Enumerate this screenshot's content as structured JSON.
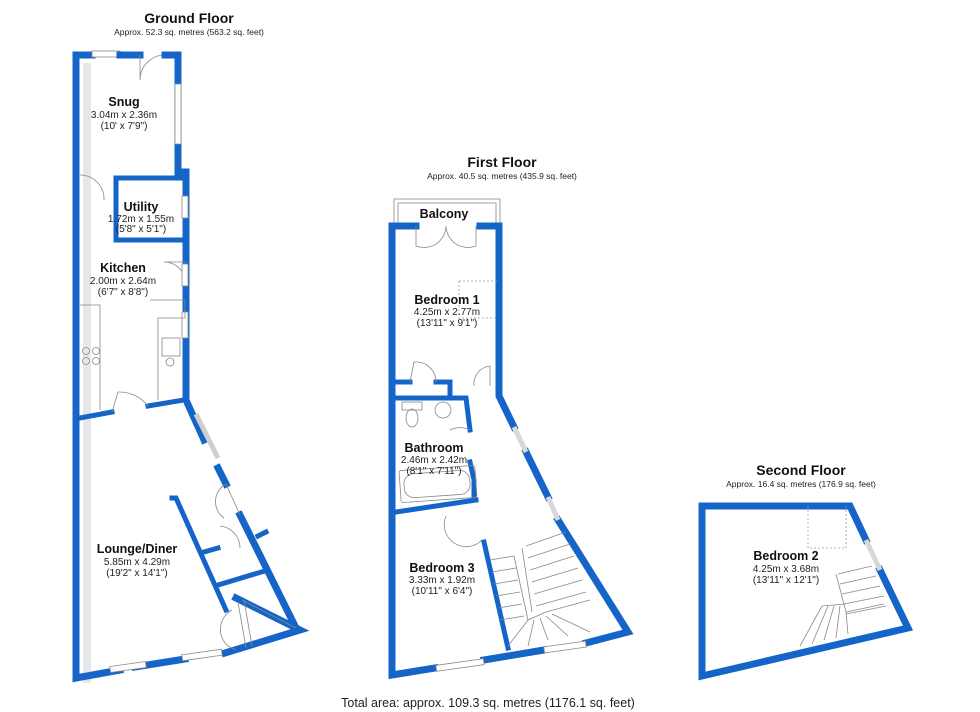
{
  "floors": {
    "ground": {
      "title": "Ground Floor",
      "area": "Approx. 52.3 sq. metres (563.2 sq. feet)",
      "rooms": [
        {
          "name": "Snug",
          "metric": "3.04m x 2.36m",
          "imperial": "(10' x 7'9\")"
        },
        {
          "name": "Utility",
          "metric": "1.72m x 1.55m",
          "imperial": "(5'8\" x 5'1\")"
        },
        {
          "name": "Kitchen",
          "metric": "2.00m x 2.64m",
          "imperial": "(6'7\" x 8'8\")"
        },
        {
          "name": "Lounge/Diner",
          "metric": "5.85m x 4.29m",
          "imperial": "(19'2\" x 14'1\")"
        }
      ]
    },
    "first": {
      "title": "First Floor",
      "area": "Approx. 40.5 sq. metres (435.9 sq. feet)",
      "balcony": "Balcony",
      "rooms": [
        {
          "name": "Bedroom 1",
          "metric": "4.25m x 2.77m",
          "imperial": "(13'11\" x 9'1\")"
        },
        {
          "name": "Bathroom",
          "metric": "2.46m x 2.42m",
          "imperial": "(8'1\" x 7'11\")"
        },
        {
          "name": "Bedroom 3",
          "metric": "3.33m x 1.92m",
          "imperial": "(10'11\" x 6'4\")"
        }
      ]
    },
    "second": {
      "title": "Second Floor",
      "area": "Approx. 16.4 sq. metres (176.9 sq. feet)",
      "rooms": [
        {
          "name": "Bedroom 2",
          "metric": "4.25m x 3.68m",
          "imperial": "(13'11\" x 12'1\")"
        }
      ]
    }
  },
  "total_area": "Total area: approx. 109.3 sq. metres (1176.1 sq. feet)",
  "colors": {
    "wall": "#1565c8",
    "background": "#ffffff",
    "fixtures": "#888888"
  }
}
